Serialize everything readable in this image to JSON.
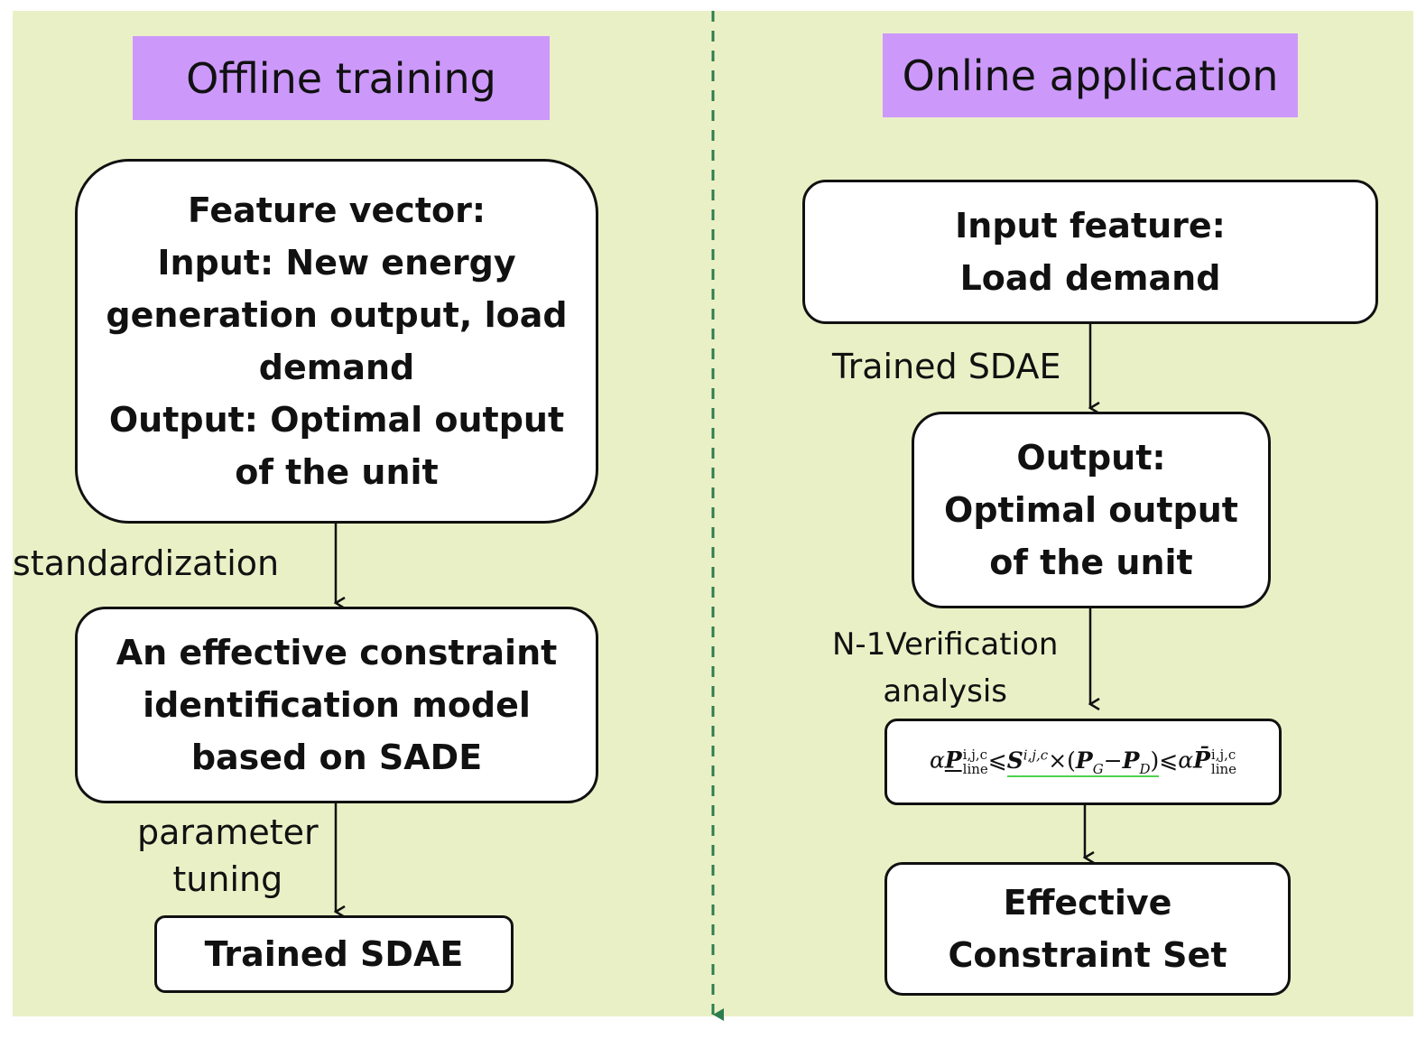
{
  "left": {
    "header": "Offline training",
    "feature_box": [
      "Feature vector:",
      "Input: New energy",
      "generation output, load",
      "demand",
      "Output: Optimal output",
      "of the unit"
    ],
    "edge1_label": "standardization",
    "model_box": [
      "An effective constraint",
      "identification model",
      "based on SADE"
    ],
    "edge2_label": [
      "parameter",
      "tuning"
    ],
    "result_box": "Trained SDAE"
  },
  "right": {
    "header": "Online application",
    "input_box": [
      "Input feature:",
      "Load demand"
    ],
    "edge1_label": "Trained SDAE",
    "output_box": [
      "Output:",
      "Optimal output",
      "of the unit"
    ],
    "edge2_label": [
      "N-1Verification",
      "analysis"
    ],
    "formula": {
      "alpha": "α",
      "p": "P",
      "sup": "i,j,c",
      "sub_line": "line",
      "leq": "⩽",
      "s": "S",
      "times": "×",
      "open": "(",
      "pg": "P",
      "g_sub": "G",
      "minus": "−",
      "pd": "P",
      "d_sub": "D",
      "close": ")",
      "pbar": "P̄"
    },
    "result_box": [
      "Effective",
      "Constraint Set"
    ]
  },
  "colors": {
    "panel": "#eaf0c6",
    "header": "#cc99fa",
    "divider": "#2e7d4f",
    "underline": "#4ed34e"
  }
}
